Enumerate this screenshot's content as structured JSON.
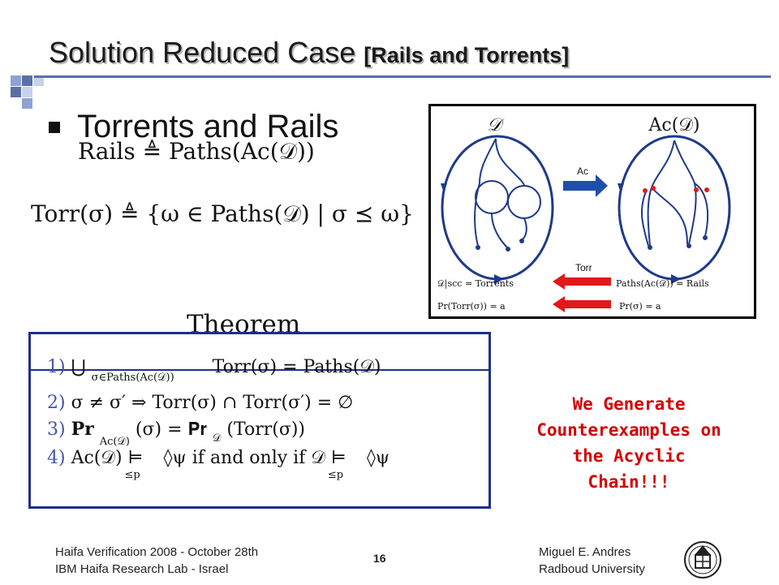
{
  "slide": {
    "title_main": "Solution Reduced Case",
    "title_sub": "[Rails and Torrents]",
    "bullet": "Torrents and Rails",
    "rails_def": "Rails ≜ Paths(Ac(𝒟))",
    "torr_def": "Torr(σ) ≜ {ω ∈ Paths(𝒟) | σ ⪯ ω}",
    "theorem_title": "Theorem",
    "theorem_items": [
      {
        "num": "1)",
        "main": "⋃",
        "mid": "σ∈Paths(Ac(𝒟))",
        "rest": "Torr(σ) = Paths(𝒟)"
      },
      {
        "num": "2)",
        "main": "σ ≠ σ′ ⇒ Torr(σ) ∩ Torr(σ′) = ∅"
      },
      {
        "num": "3)",
        "main": "𝐏𝐫",
        "mid": "Ac(𝒟)",
        "rest": "(σ) = 𝐏𝐫",
        "sub2": "𝒟",
        "rest2": "(Torr(σ))"
      },
      {
        "num": "4)",
        "main": "Ac(𝒟) ⊨",
        "mid": "≤p",
        "rest": "◊ψ if and only if 𝒟 ⊨",
        "sub2": "≤p",
        "rest2": "◊ψ"
      }
    ],
    "callout": [
      "We Generate",
      "Counterexamples on",
      "the Acyclic",
      "Chain!!!"
    ]
  },
  "figure": {
    "label_d": "𝒟",
    "label_acd": "Ac(𝒟)",
    "arrow_ac": "Ac",
    "arrow_torr": "Torr",
    "label_torrents": "𝒟|scc = Torrents",
    "label_rails": "Paths(Ac(𝒟)) = Rails",
    "label_pr_torr": "Pr(Torr(σ)) = a",
    "label_pr_sigma": "Pr(σ) = a"
  },
  "footer": {
    "left1": "Haifa Verification 2008 - October 28th",
    "left2": "IBM Haifa Research Lab - Israel",
    "page": "16",
    "right1": "Miguel E. Andres",
    "right2": "Radboud University"
  },
  "colors": {
    "accent": "#1f2e8c",
    "callout": "#d40000",
    "arrow_blue": "#1f4faa",
    "arrow_red": "#e0191a"
  }
}
